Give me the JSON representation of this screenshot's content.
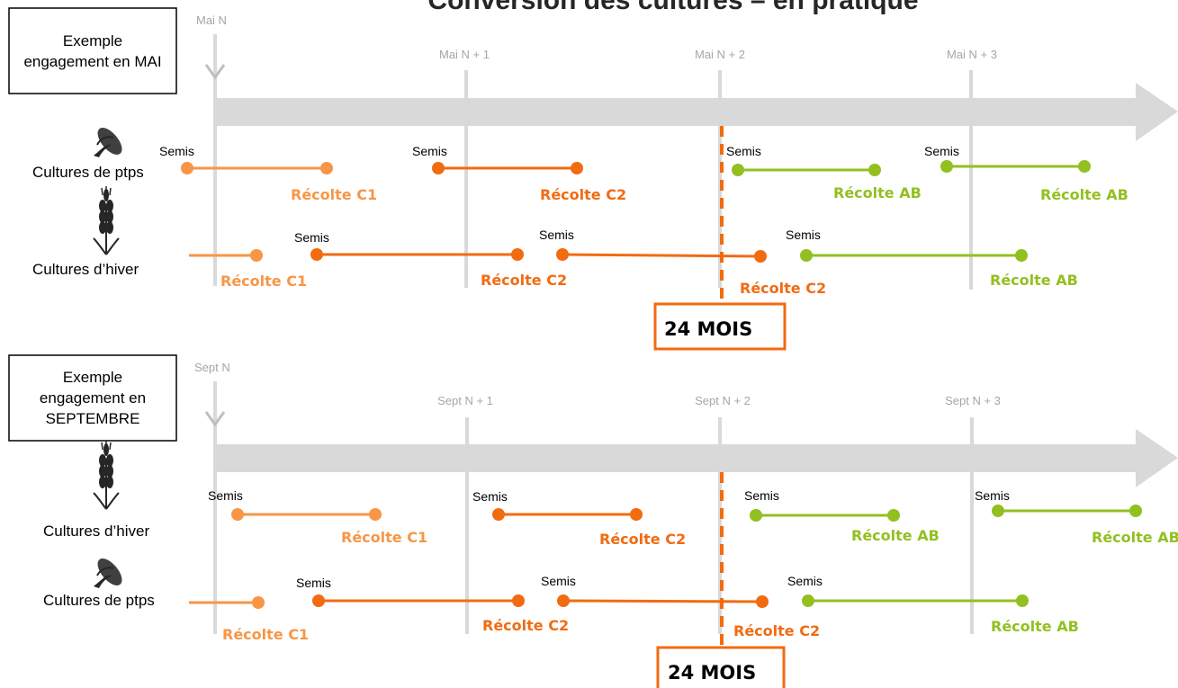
{
  "title": "Conversion des cultures – en pratique",
  "colors": {
    "c1": "#f79646",
    "c2": "#f26b11",
    "ab": "#92c020",
    "arrow": "#d9d9d9",
    "year_line": "#d9d9d9",
    "year_label": "#a6a6a6",
    "box_border": "#f26b11"
  },
  "labels": {
    "sowing": "Semis",
    "harvest_c1": "Récolte C1",
    "harvest_c2": "Récolte C2",
    "harvest_ab": "Récolte AB",
    "spring_crops": "Cultures de ptps",
    "winter_crops": "Cultures d’hiver",
    "duration": "24 MOIS"
  },
  "icons": {
    "spring": "corn-icon",
    "winter": "wheat-icon"
  },
  "panels": [
    {
      "example_label": "Exemple engagement en MAI",
      "start_label": "Mai N",
      "years": [
        "Mai N + 1",
        "Mai N + 2",
        "Mai N + 3"
      ],
      "rows": [
        "spring",
        "winter"
      ]
    },
    {
      "example_label": "Exemple engagement en SEPTEMBRE",
      "start_label": "Sept N",
      "years": [
        "Sept N + 1",
        "Sept N + 2",
        "Sept N + 3"
      ],
      "rows": [
        "winter",
        "spring"
      ]
    }
  ]
}
